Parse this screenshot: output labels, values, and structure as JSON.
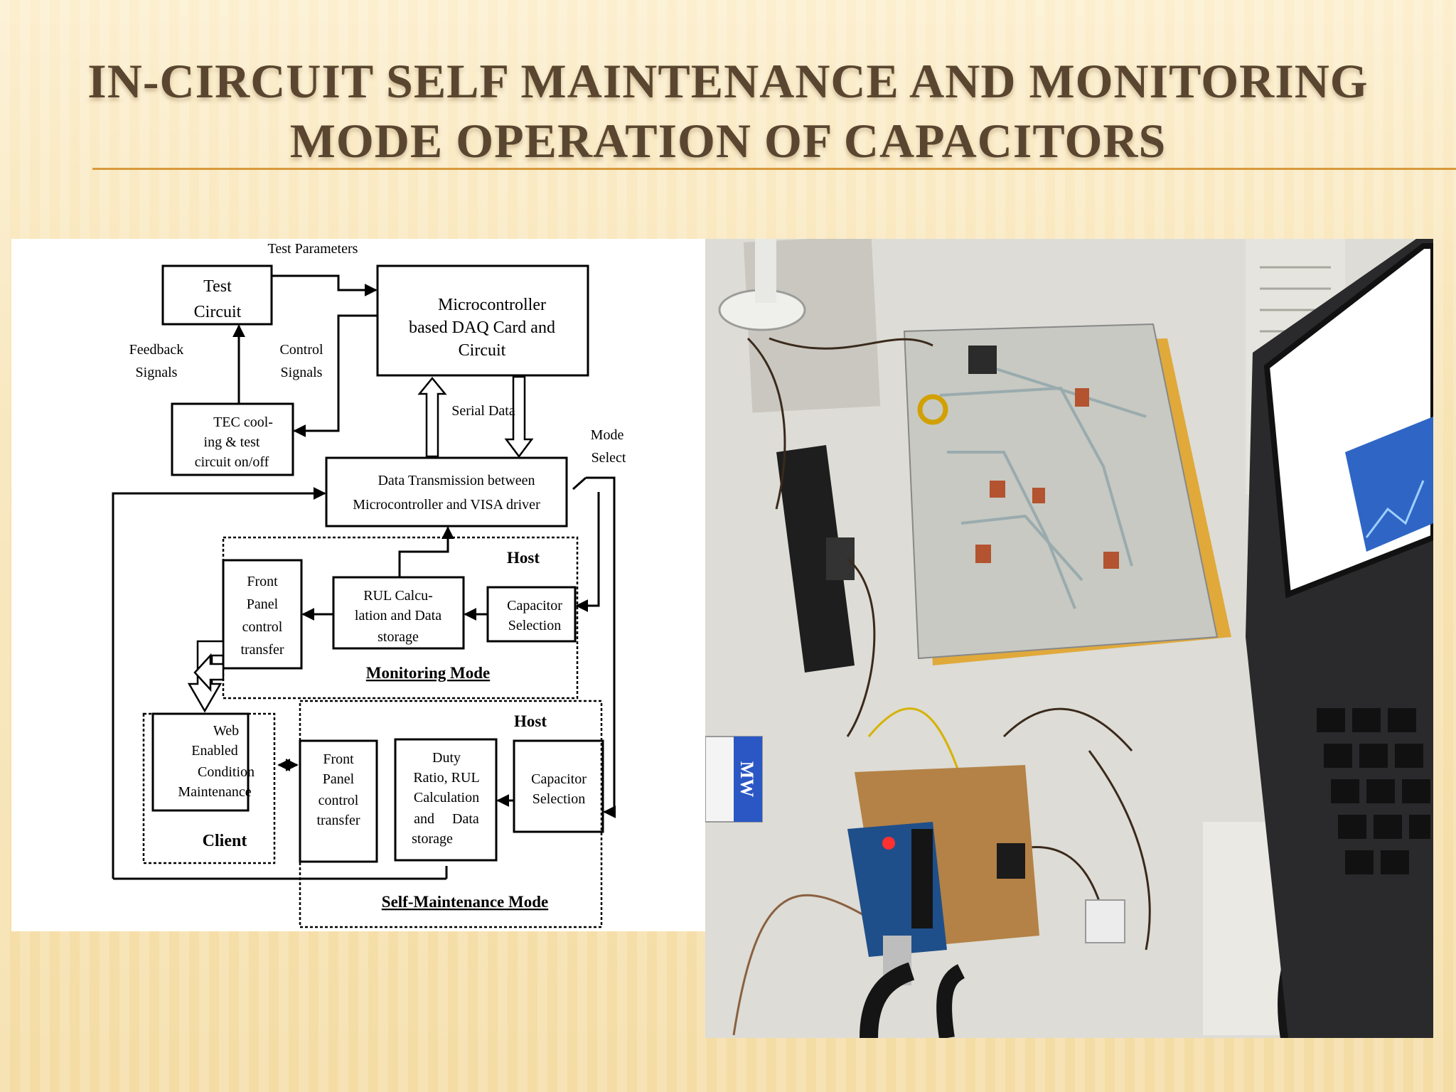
{
  "slide": {
    "title_line1": "IN-CIRCUIT SELF MAINTENANCE AND MONITORING",
    "title_line2": "MODE OPERATION OF CAPACITORS"
  },
  "diagram": {
    "test_parameters": "Test Parameters",
    "test_circuit": [
      "Test",
      "Circuit"
    ],
    "microcontroller": [
      "Microcontroller",
      "based DAQ Card and",
      "Circuit"
    ],
    "feedback_signals": [
      "Feedback",
      "Signals"
    ],
    "control_signals": [
      "Control",
      "Signals"
    ],
    "tec_cooling": [
      "TEC cool-",
      "ing & test",
      "circuit on/off"
    ],
    "serial_data": "Serial Data",
    "mode_select": [
      "Mode",
      "Select"
    ],
    "data_transmission": [
      "Data Transmission between",
      "Microcontroller and VISA driver"
    ],
    "host_monitoring": "Host",
    "front_panel_1": [
      "Front",
      "Panel",
      "control",
      "transfer"
    ],
    "rul_calc": [
      "RUL Calcu-",
      "lation and Data",
      "storage"
    ],
    "capacitor_selection_1": [
      "Capacitor",
      "Selection"
    ],
    "monitoring_mode": "Monitoring Mode",
    "host_self": "Host",
    "web_enabled": [
      "Web",
      "Enabled",
      "Condition",
      "Maintenance"
    ],
    "front_panel_2": [
      "Front",
      "Panel",
      "control",
      "transfer"
    ],
    "duty_ratio": [
      "Duty",
      "Ratio, RUL",
      "Calculation",
      "and     Data",
      "storage"
    ],
    "capacitor_selection_2": [
      "Capacitor",
      "Selection"
    ],
    "client": "Client",
    "self_maintenance_mode": "Self-Maintenance Mode"
  },
  "photo": {
    "battery_label": "MW"
  }
}
